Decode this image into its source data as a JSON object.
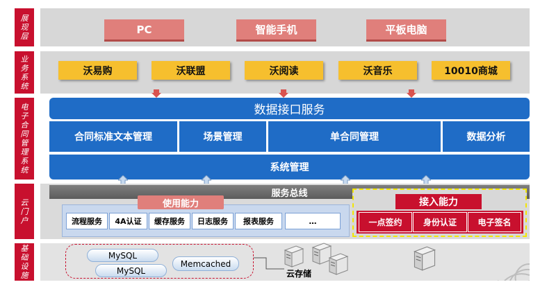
{
  "layers": {
    "presentation": "展现层",
    "business": "业务系统",
    "econtract": "电子合同管理系统",
    "cloud_portal": "云门户",
    "infrastructure": "基础设施"
  },
  "presentation_items": [
    "PC",
    "智能手机",
    "平板电脑"
  ],
  "business_items": [
    "沃易购",
    "沃联盟",
    "沃阅读",
    "沃音乐",
    "10010商城"
  ],
  "econtract": {
    "data_interface": "数据接口服务",
    "modules": [
      "合同标准文本管理",
      "场景管理",
      "单合同管理",
      "数据分析"
    ],
    "system_mgmt": "系统管理"
  },
  "cloud_portal": {
    "service_bus": "服务总线",
    "usage_capability": "使用能力",
    "usage_items": [
      "流程服务",
      "4A认证",
      "缓存服务",
      "日志服务",
      "报表服务",
      "…"
    ],
    "access_capability": "接入能力",
    "access_items": [
      "一点签约",
      "身份认证",
      "电子签名"
    ]
  },
  "infrastructure": {
    "databases": [
      "MySQL",
      "MySQL"
    ],
    "cache": "Memcached",
    "cloud_storage": "云存储"
  },
  "colors": {
    "accent_red": "#c8102e",
    "accent_blue": "#1f6cc6",
    "accent_yellow": "#f6bf2e",
    "band_gray": "#d7d7d7"
  }
}
